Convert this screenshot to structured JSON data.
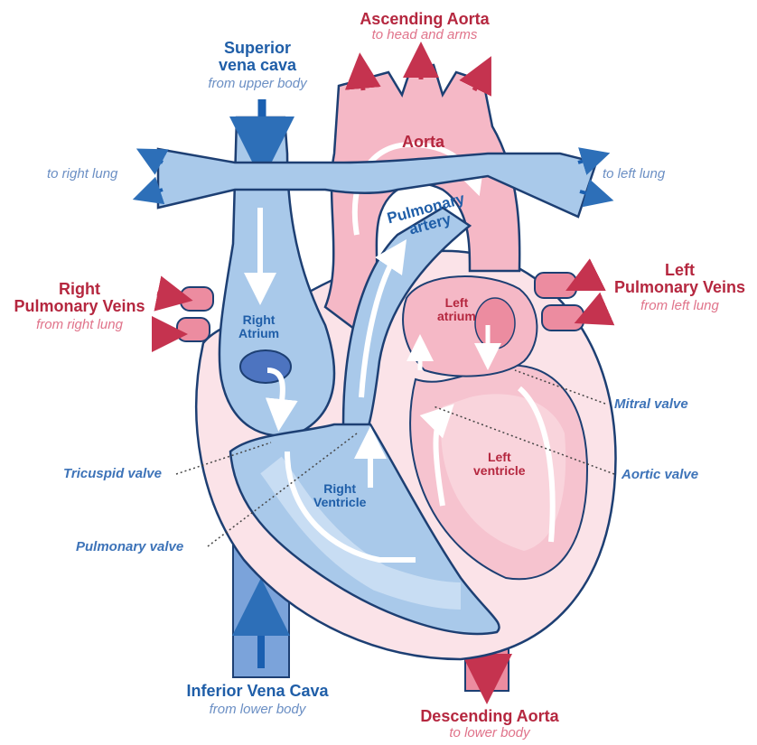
{
  "labels": {
    "ascending_aorta": {
      "title": "Ascending Aorta",
      "sub": "to head and arms"
    },
    "superior_vena_cava": {
      "title_line1": "Superior",
      "title_line2": "vena cava",
      "sub": "from upper body"
    },
    "to_right_lung": "to right lung",
    "to_left_lung": "to left lung",
    "right_pulmonary_veins": {
      "title_line1": "Right",
      "title_line2": "Pulmonary Veins",
      "sub": "from right lung"
    },
    "left_pulmonary_veins": {
      "title_line1": "Left",
      "title_line2": "Pulmonary Veins",
      "sub": "from left lung"
    },
    "aorta": "Aorta",
    "pulmonary_artery": {
      "line1": "Pulmonary",
      "line2": "artery"
    },
    "right_atrium": {
      "line1": "Right",
      "line2": "Atrium"
    },
    "left_atrium": {
      "line1": "Left",
      "line2": "atrium"
    },
    "right_ventricle": {
      "line1": "Right",
      "line2": "Ventricle"
    },
    "left_ventricle": {
      "line1": "Left",
      "line2": "ventricle"
    },
    "mitral_valve": "Mitral valve",
    "aortic_valve": "Aortic valve",
    "tricuspid_valve": "Tricuspid valve",
    "pulmonary_valve": "Pulmonary valve",
    "inferior_vena_cava": {
      "title": "Inferior Vena Cava",
      "sub": "from lower body"
    },
    "descending_aorta": {
      "title": "Descending Aorta",
      "sub": "to lower body"
    }
  },
  "colors": {
    "deoxygenated": "#a9c9ea",
    "deoxygenated_dark": "#2d6fb8",
    "oxygenated": "#f5b8c6",
    "oxygenated_dark": "#c5334f",
    "outline": "#1d3f73",
    "wall": "#fbe3e8"
  }
}
